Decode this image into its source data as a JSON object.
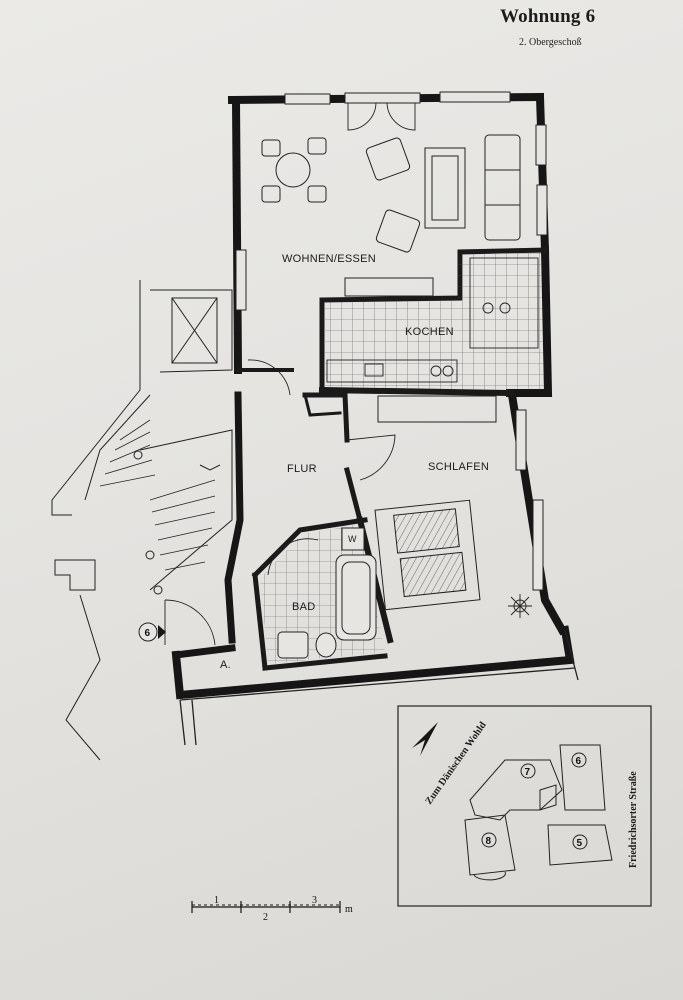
{
  "header": {
    "title": "Wohnung 6",
    "subtitle": "2. Obergeschoß"
  },
  "rooms": {
    "wohnen_essen": "WOHNEN/ESSEN",
    "kochen": "KOCHEN",
    "flur": "FLUR",
    "schlafen": "SCHLAFEN",
    "bad": "BAD",
    "abstell": "A.",
    "wc": "W"
  },
  "entrance": {
    "unit_number": "6"
  },
  "site_plan": {
    "street_west": "Zum Dänischen Wohld",
    "street_east": "Friedrichsorter Straße",
    "units": [
      "5",
      "6",
      "7",
      "8"
    ]
  },
  "scale_bar": {
    "ticks": [
      "1",
      "2",
      "3"
    ],
    "unit": "m"
  },
  "colors": {
    "wall": "#161616",
    "line": "#2a2a2a",
    "paper": "#e6e5e2"
  }
}
